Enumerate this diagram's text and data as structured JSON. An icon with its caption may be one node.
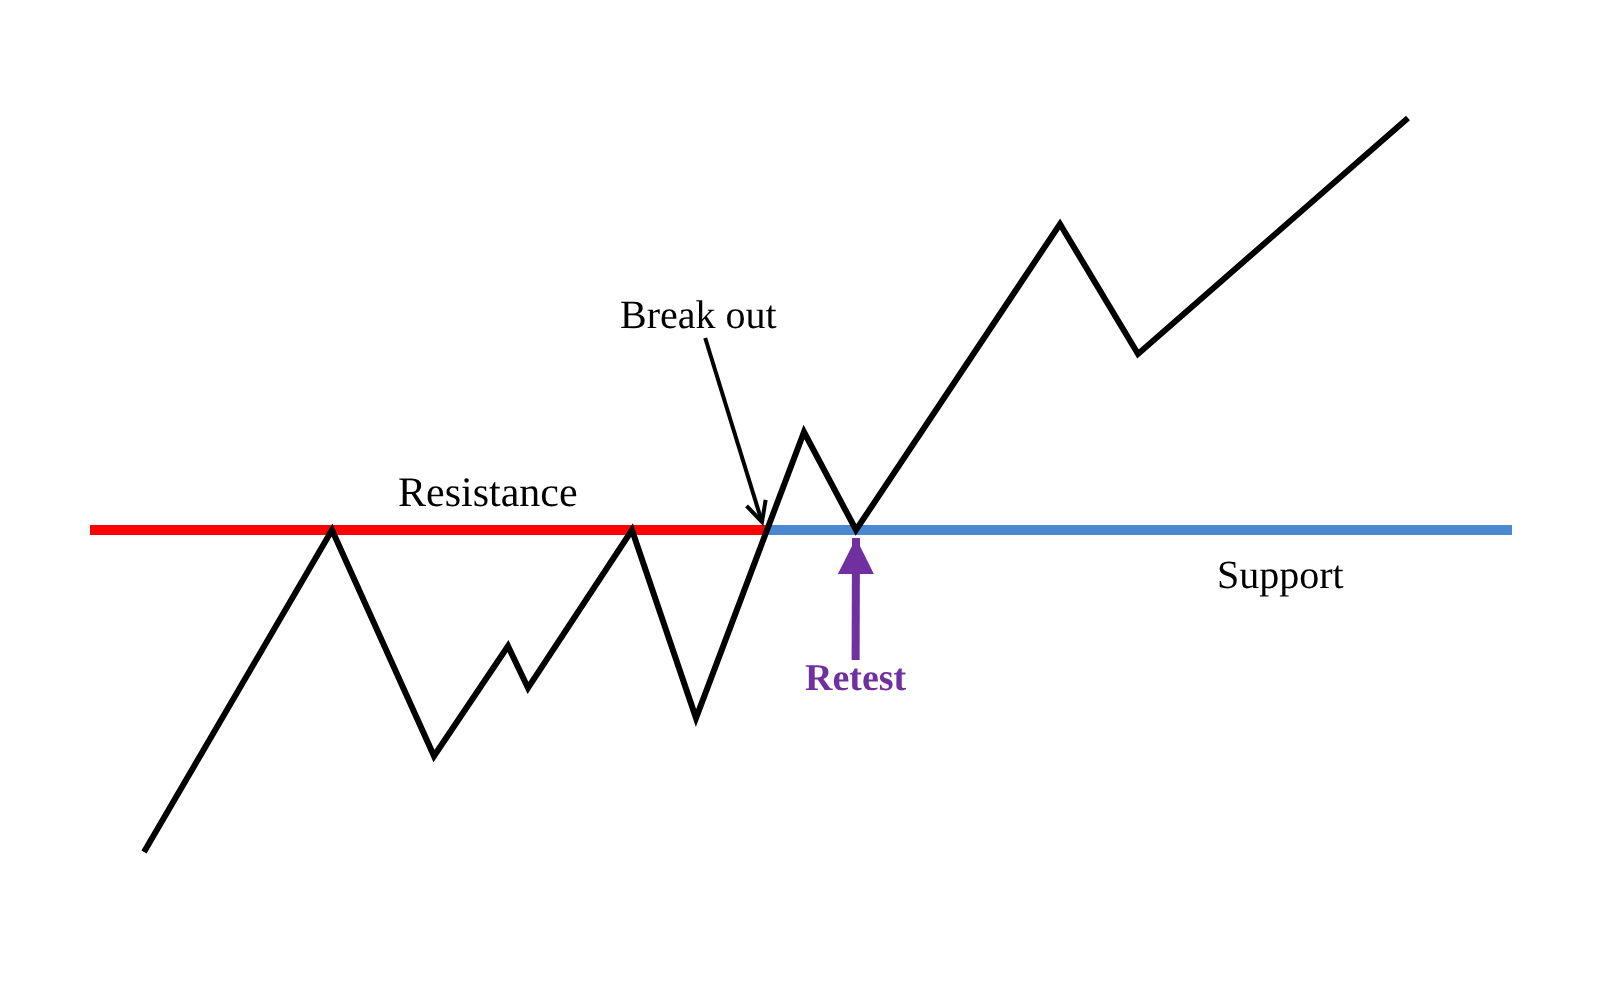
{
  "diagram": {
    "nodes": [
      {
        "text": [
          "Break out"
        ]
      },
      {
        "text": [
          "Retest"
        ]
      }
    ],
    "edges": [
      {
        "from": 0,
        "to": null,
        "arrow": "to"
      },
      {
        "from": 1,
        "to": null,
        "arrow": "to",
        "style": "thick",
        "color": "#7030a0"
      }
    ],
    "labels": [
      "Resistance",
      "Support"
    ]
  }
}
